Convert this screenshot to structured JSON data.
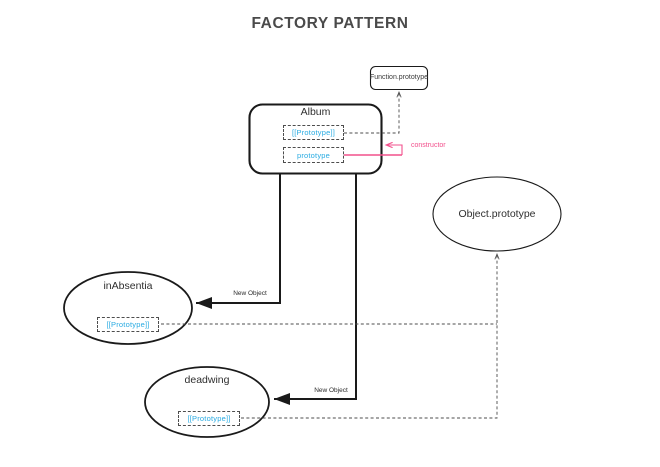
{
  "title": "FACTORY PATTERN",
  "theme": {
    "accent_cyan": "#29abe2",
    "accent_pink": "#f2508c",
    "stroke_dark": "#1a1a1a",
    "stroke_dashed": "#4d4d4d",
    "title_color": "#4a4a4a",
    "background": "#ffffff"
  },
  "nodes": {
    "function_prototype": {
      "label": "Function.prototype",
      "shape": "rounded-rect"
    },
    "album": {
      "label": "Album",
      "shape": "rounded-rect",
      "slots": [
        {
          "label": "[[Prototype]]"
        },
        {
          "label": "prototype"
        }
      ]
    },
    "object_prototype": {
      "label": "Object.prototype",
      "shape": "ellipse"
    },
    "in_absentia": {
      "label": "inAbsentia",
      "shape": "ellipse",
      "slots": [
        {
          "label": "[[Prototype]]"
        }
      ]
    },
    "deadwing": {
      "label": "deadwing",
      "shape": "ellipse",
      "slots": [
        {
          "label": "[[Prototype]]"
        }
      ]
    }
  },
  "edges": {
    "album_proto_to_function_prototype": {
      "label": "",
      "style": "dashed"
    },
    "album_constructor": {
      "label": "constructor",
      "style": "solid",
      "color": "#f2508c"
    },
    "album_to_in_absentia": {
      "label": "New Object",
      "style": "solid"
    },
    "album_to_deadwing": {
      "label": "New Object",
      "style": "solid"
    },
    "in_absentia_to_object_prototype": {
      "label": "",
      "style": "dashed"
    },
    "deadwing_to_object_prototype": {
      "label": "",
      "style": "dashed"
    }
  }
}
